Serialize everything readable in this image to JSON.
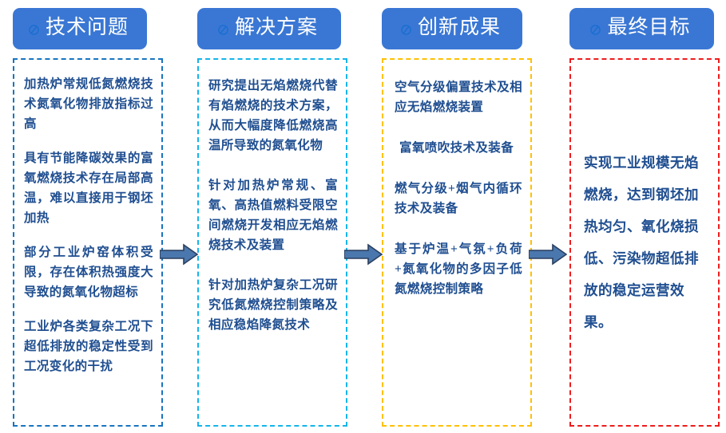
{
  "columns": [
    {
      "header": {
        "label": "技术问题",
        "icon": "slashed-circle-icon"
      },
      "border_color": "#1874c0",
      "blocks": [
        "加热炉常规低氮燃烧技术氮氧化物排放指标过高",
        "具有节能降碳效果的富氧燃烧技术存在局部高温，难以直接用于钢坯加热",
        "部分工业炉窑体积受限，存在体积热强度大导致的氮氧化物超标",
        "工业炉各类复杂工况下超低排放的稳定性受到工况变化的干扰"
      ]
    },
    {
      "header": {
        "label": "解决方案",
        "icon": "slashed-circle-icon"
      },
      "border_color": "#13b5ea",
      "blocks": [
        "研究提出无焰燃烧代替有焰燃烧的技术方案，从而大幅度降低燃烧高温所导致的氮氧化物",
        "针对加热炉常规、富氧、高热值燃料受限空间燃烧开发相应无焰燃烧技术及装置",
        "针对加热炉复杂工况研究低氮燃烧控制策略及相应稳焰降氮技术"
      ]
    },
    {
      "header": {
        "label": "创新成果",
        "icon": "slashed-circle-icon"
      },
      "border_color": "#ffc000",
      "blocks": [
        "空气分级偏置技术及相应无焰燃烧装置",
        "富氧喷吹技术及装备",
        "燃气分级+烟气内循环技术及装备",
        "基于炉温+气氛+负荷+氮氧化物的多因子低氮燃烧控制策略"
      ]
    },
    {
      "header": {
        "label": "最终目标",
        "icon": "slashed-circle-icon"
      },
      "border_color": "#ee1c1c",
      "blocks": [
        "实现工业规模无焰燃烧，达到钢坯加热均匀、氧化烧损低、污染物超低排放的稳定运营效果。"
      ]
    }
  ],
  "arrows": [
    {
      "name": "arrow-problem-to-solution"
    },
    {
      "name": "arrow-solution-to-results"
    },
    {
      "name": "arrow-results-to-goal"
    }
  ],
  "theme": {
    "header_bg": "#3a77d4",
    "header_text": "#ffffff",
    "body_text": "#1f4e90",
    "arrow_fill": "#4a77ad",
    "arrow_stroke": "#2a3f5f",
    "page_bg": "#ffffff"
  }
}
